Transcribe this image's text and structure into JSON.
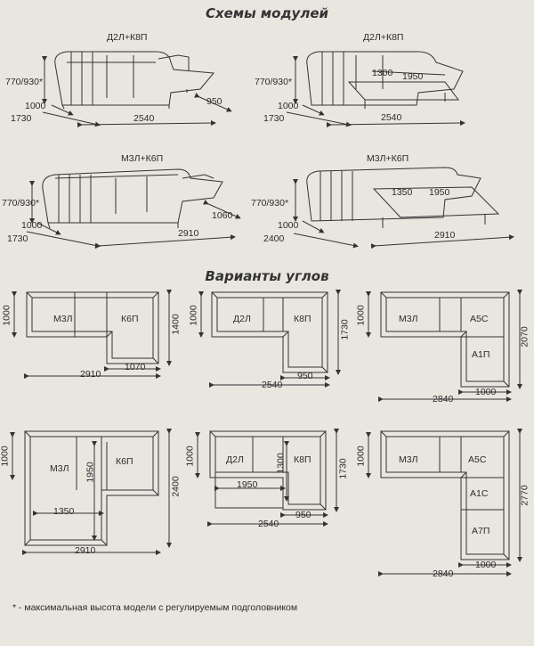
{
  "titles": {
    "modules": "Схемы модулей",
    "corners": "Варианты углов"
  },
  "modules": [
    {
      "name": "Д2Л+К8П",
      "height": "770/930*",
      "depth_left": "1000",
      "depth_total": "1730",
      "chaise": "950",
      "width": "2540"
    },
    {
      "name": "Д2Л+К8П",
      "height": "770/930*",
      "depth_left": "1000",
      "depth_total": "1730",
      "bed_len": "1300",
      "bed_wid": "1950",
      "width": "2540"
    },
    {
      "name": "М3Л+К6П",
      "height": "770/930*",
      "depth_left": "1000",
      "depth_total": "1730",
      "chaise": "1060",
      "width": "2910"
    },
    {
      "name": "М3Л+К6П",
      "height": "770/930*",
      "depth_left": "1000",
      "depth_total": "2400",
      "bed_len": "1350",
      "bed_wid": "1950",
      "width": "2910"
    }
  ],
  "corners": [
    {
      "left": "М3Л",
      "right": "К6П",
      "d_left": "1000",
      "d_right": "1400",
      "chaise": "1070",
      "width": "2910"
    },
    {
      "left": "Д2Л",
      "right": "К8П",
      "d_left": "1000",
      "d_right": "1730",
      "chaise": "950",
      "width": "2540"
    },
    {
      "left": "М3Л",
      "right1": "А5С",
      "right2": "А1П",
      "d_left": "1000",
      "d_right": "2070",
      "chaise": "1000",
      "width": "2840"
    },
    {
      "left": "М3Л",
      "right": "К6П",
      "d_left": "1000",
      "d_right": "2400",
      "bed_w": "1950",
      "bed_l": "1350",
      "width": "2910"
    },
    {
      "left": "Д2Л",
      "right": "К8П",
      "d_left": "1000",
      "d_right": "1730",
      "bed_w": "1300",
      "bed_l": "1950",
      "chaise": "950",
      "width": "2540"
    },
    {
      "left": "М3Л",
      "right1": "А5С",
      "right2": "А1С",
      "right3": "А7П",
      "d_left": "1000",
      "d_right": "2770",
      "chaise": "1000",
      "width": "2840"
    }
  ],
  "footnote": "* - максимальная высота модели с регулируемым подголовником"
}
